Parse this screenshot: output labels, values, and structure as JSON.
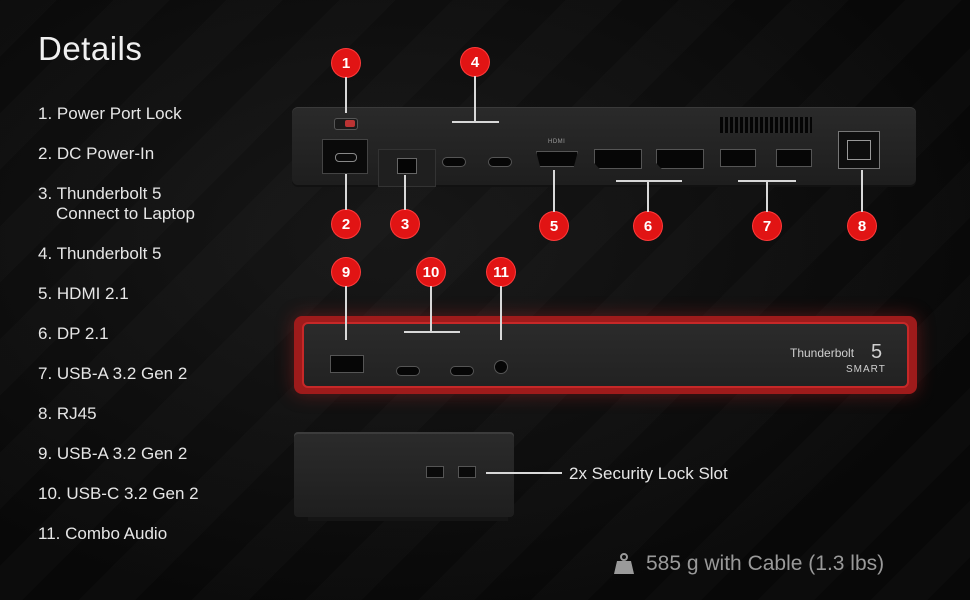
{
  "title": "Details",
  "details": [
    {
      "label": "1. Power Port Lock"
    },
    {
      "label": "2. DC Power-In"
    },
    {
      "label": "3. Thunderbolt 5",
      "sub": "Connect to Laptop"
    },
    {
      "label": "4. Thunderbolt 5"
    },
    {
      "label": "5. HDMI 2.1"
    },
    {
      "label": "6. DP 2.1"
    },
    {
      "label": "7. USB-A 3.2 Gen 2"
    },
    {
      "label": "8. RJ45"
    },
    {
      "label": "9. USB-A 3.2 Gen 2"
    },
    {
      "label": "10. USB-C 3.2 Gen 2"
    },
    {
      "label": "11. Combo Audio"
    }
  ],
  "callouts": [
    "1",
    "2",
    "3",
    "4",
    "5",
    "6",
    "7",
    "8",
    "9",
    "10",
    "11"
  ],
  "port_labels": {
    "hdmi": "HDMI"
  },
  "brand": {
    "name": "Thunderbolt",
    "number": "5",
    "sub": "SMART"
  },
  "side_label": "2x Security Lock Slot",
  "weight": "585 g with Cable (1.3 lbs)",
  "colors": {
    "accent": "#e11414",
    "background": "#0b0b0b"
  }
}
